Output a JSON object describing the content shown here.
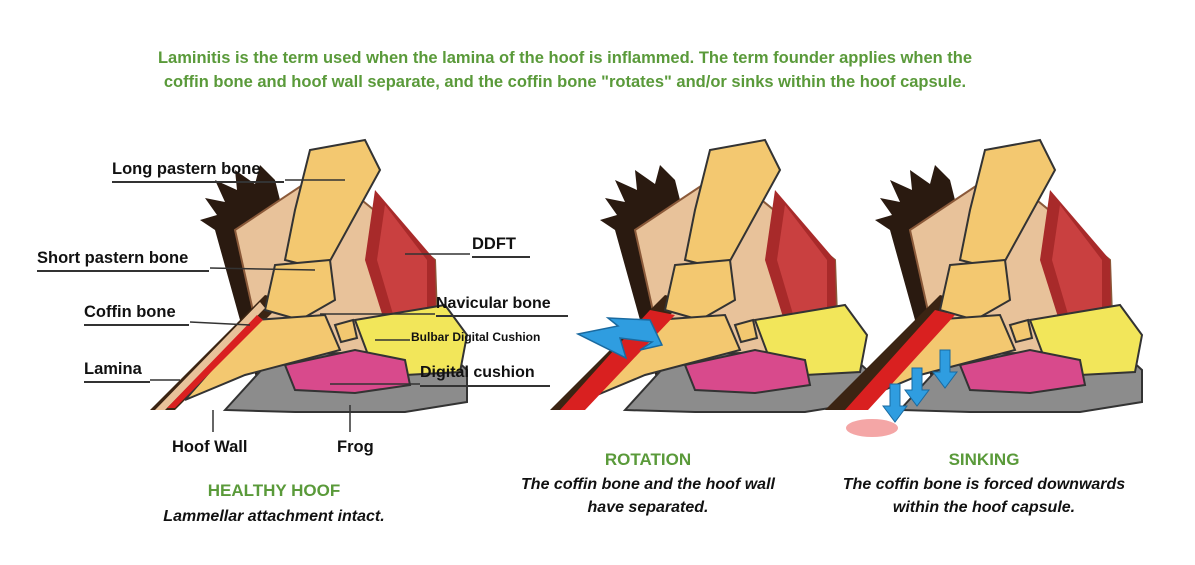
{
  "intro_text": "Laminitis is the term used when the lamina of the hoof is inflammed. The term founder applies when the coffin bone and hoof wall separate, and the coffin bone \"rotates\" and/or sinks within the hoof capsule.",
  "labels": {
    "long_pastern": "Long pastern bone",
    "short_pastern": "Short pastern bone",
    "coffin_bone": "Coffin bone",
    "lamina": "Lamina",
    "hoof_wall": "Hoof Wall",
    "frog": "Frog",
    "ddft": "DDFT",
    "navicular": "Navicular bone",
    "bulbar": "Bulbar Digital Cushion",
    "digital_cushion": "Digital cushion"
  },
  "panels": {
    "healthy": {
      "title": "HEALTHY HOOF",
      "caption": "Lammellar attachment intact."
    },
    "rotation": {
      "title": "ROTATION",
      "caption_line1": "The coffin bone and the hoof wall",
      "caption_line2": "have separated."
    },
    "sinking": {
      "title": "SINKING",
      "caption_line1": "The coffin bone is forced downwards",
      "caption_line2": "within the hoof capsule."
    }
  },
  "colors": {
    "title_green": "#5a9a3a",
    "skin": "#e8c29a",
    "bone": "#f3c870",
    "tendon": "#a82a2a",
    "hoof": "#3b2413",
    "lamina_red": "#d92020",
    "cushion_yellow": "#f2e65a",
    "frog_pink": "#d84a8c",
    "sole_gray": "#8c8c8c",
    "arrow_blue": "#2f9de0"
  }
}
